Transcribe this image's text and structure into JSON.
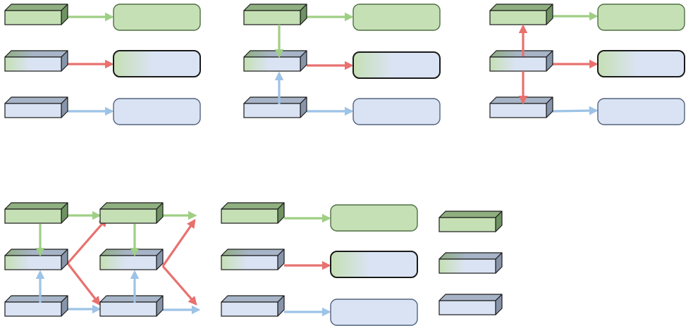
{
  "colors": {
    "green_face": "#c5e0b4",
    "green_top": "#8faf80",
    "green_side": "#6f9363",
    "blue_face": "#dae3f3",
    "blue_top": "#a7b4c7",
    "blue_side": "#8795aa",
    "outline": "#1a1a1a",
    "panel_green": "#c5e0b4",
    "panel_blue": "#dae3f3",
    "panel_green_stroke": "#4e6f43",
    "panel_blue_stroke": "#52627e",
    "arrow_green": "#9fcf85",
    "arrow_red": "#e8716e",
    "arrow_blue": "#9dc3e6"
  },
  "blocks": [
    {
      "name": "block-g1",
      "kind": "green"
    },
    {
      "name": "block-m1",
      "kind": "mixed"
    },
    {
      "name": "block-b1",
      "kind": "blue"
    },
    {
      "name": "block-g2",
      "kind": "green"
    },
    {
      "name": "block-m2",
      "kind": "mixed"
    },
    {
      "name": "block-b2",
      "kind": "blue"
    },
    {
      "name": "block-g3",
      "kind": "green"
    },
    {
      "name": "block-m3",
      "kind": "mixed"
    },
    {
      "name": "block-b3",
      "kind": "blue"
    },
    {
      "name": "block-g4a",
      "kind": "green"
    },
    {
      "name": "block-m4a",
      "kind": "mixed"
    },
    {
      "name": "block-b4a",
      "kind": "blue"
    },
    {
      "name": "block-g4b",
      "kind": "green"
    },
    {
      "name": "block-m4b",
      "kind": "mixed"
    },
    {
      "name": "block-b4b",
      "kind": "blue"
    },
    {
      "name": "block-g5",
      "kind": "green"
    },
    {
      "name": "block-m5",
      "kind": "mixed"
    },
    {
      "name": "block-b5",
      "kind": "blue"
    },
    {
      "name": "block-g6",
      "kind": "green"
    },
    {
      "name": "block-m6",
      "kind": "mixed"
    },
    {
      "name": "block-b6",
      "kind": "blue"
    }
  ],
  "panels": [
    {
      "name": "panel-g1",
      "kind": "green"
    },
    {
      "name": "panel-m1",
      "kind": "mixed"
    },
    {
      "name": "panel-b1",
      "kind": "blue"
    },
    {
      "name": "panel-g2",
      "kind": "green"
    },
    {
      "name": "panel-m2",
      "kind": "mixed"
    },
    {
      "name": "panel-b2",
      "kind": "blue"
    },
    {
      "name": "panel-g3",
      "kind": "green"
    },
    {
      "name": "panel-m3",
      "kind": "mixed"
    },
    {
      "name": "panel-b3",
      "kind": "blue"
    },
    {
      "name": "panel-g5",
      "kind": "green"
    },
    {
      "name": "panel-m5",
      "kind": "mixed"
    },
    {
      "name": "panel-b5",
      "kind": "blue"
    }
  ],
  "arrows": [
    {
      "name": "arrow-g1",
      "color": "green"
    },
    {
      "name": "arrow-m1",
      "color": "red"
    },
    {
      "name": "arrow-b1",
      "color": "blue"
    },
    {
      "name": "arrow-g2",
      "color": "green"
    },
    {
      "name": "arrow-m2",
      "color": "red"
    },
    {
      "name": "arrow-b2",
      "color": "blue"
    },
    {
      "name": "arrow-g2-down",
      "color": "green"
    },
    {
      "name": "arrow-b2-up",
      "color": "blue"
    },
    {
      "name": "arrow-g3",
      "color": "green"
    },
    {
      "name": "arrow-m3",
      "color": "red"
    },
    {
      "name": "arrow-b3",
      "color": "blue"
    },
    {
      "name": "arrow-m3-up",
      "color": "red"
    },
    {
      "name": "arrow-m3-down",
      "color": "red"
    },
    {
      "name": "arrow-4a-g-down",
      "color": "green"
    },
    {
      "name": "arrow-4a-b-up",
      "color": "blue"
    },
    {
      "name": "arrow-4a-g-right",
      "color": "green"
    },
    {
      "name": "arrow-4a-b-right",
      "color": "blue"
    },
    {
      "name": "arrow-4a-m-upright",
      "color": "red"
    },
    {
      "name": "arrow-4a-m-downright",
      "color": "red"
    },
    {
      "name": "arrow-4b-g-down",
      "color": "green"
    },
    {
      "name": "arrow-4b-b-up",
      "color": "blue"
    },
    {
      "name": "arrow-4b-g-right",
      "color": "green"
    },
    {
      "name": "arrow-4b-b-right",
      "color": "blue"
    },
    {
      "name": "arrow-4b-m-upright",
      "color": "red"
    },
    {
      "name": "arrow-4b-m-downright",
      "color": "red"
    },
    {
      "name": "arrow-g5",
      "color": "green"
    },
    {
      "name": "arrow-m5",
      "color": "red"
    },
    {
      "name": "arrow-b5",
      "color": "blue"
    }
  ]
}
